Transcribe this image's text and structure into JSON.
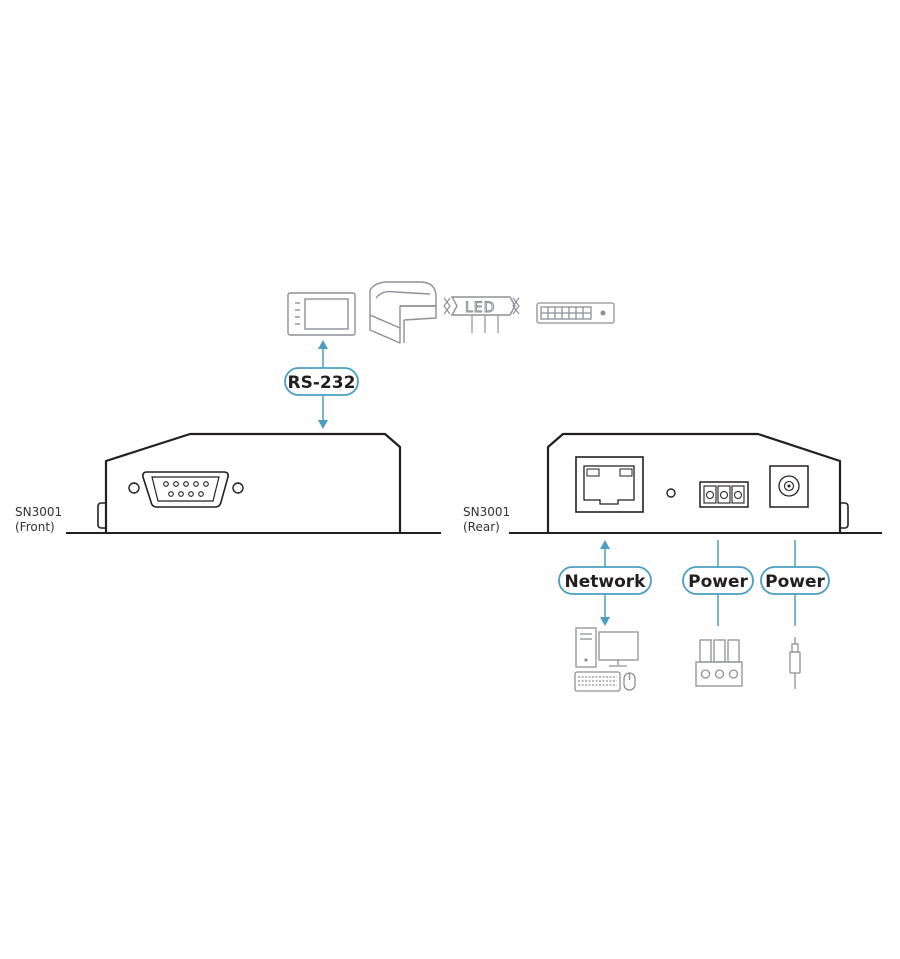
{
  "labels": {
    "rs232": "RS-232",
    "network": "Network",
    "power_terminal": "Power",
    "power_dc": "Power",
    "led": "LED"
  },
  "devices": {
    "front": {
      "model": "SN3001",
      "view": "(Front)"
    },
    "rear": {
      "model": "SN3001",
      "view": "(Rear)"
    }
  },
  "colors": {
    "connector_line": "#4a9ec2",
    "device_outline": "#231f20",
    "pill_border": "#4a9ec2",
    "peripheral_icon": "#8d9096"
  },
  "icons": {
    "rs232_peripherals": [
      "touch-panel-icon",
      "projector-icon",
      "led-sign-icon",
      "switch-icon"
    ],
    "network_endpoint": "computer-icon",
    "power_terminal_endpoint": "terminal-block-icon",
    "power_dc_endpoint": "dc-plug-icon"
  }
}
